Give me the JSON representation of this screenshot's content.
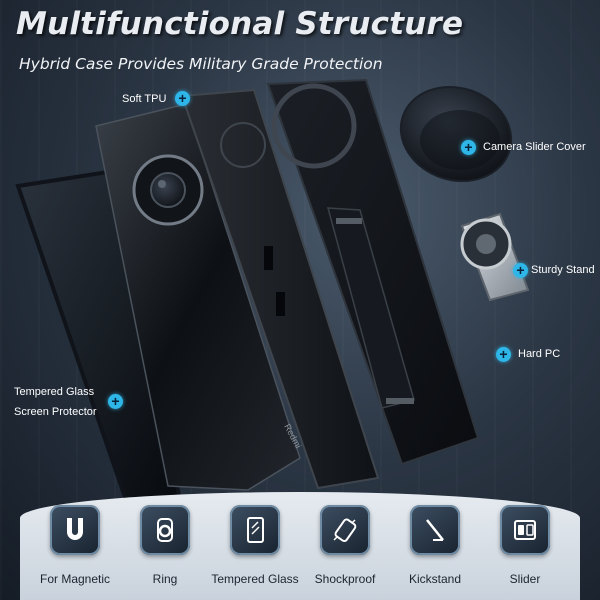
{
  "header": {
    "title": "Multifunctional Structure",
    "subtitle": "Hybrid Case Provides Military Grade Protection"
  },
  "phone": {
    "brand_text": "Redmi"
  },
  "callouts": [
    {
      "id": "soft-tpu",
      "lines": [
        "Soft TPU"
      ]
    },
    {
      "id": "camera-slider-cover",
      "lines": [
        "Camera Slider Cover"
      ]
    },
    {
      "id": "sturdy-stand",
      "lines": [
        "Sturdy Stand"
      ]
    },
    {
      "id": "hard-pc",
      "lines": [
        "Hard PC"
      ]
    },
    {
      "id": "tempered-glass",
      "lines": [
        "Tempered Glass",
        "Screen Protector"
      ]
    }
  ],
  "features": [
    {
      "label": "For Magnetic",
      "icon": "magnet-icon"
    },
    {
      "label": "Ring",
      "icon": "ring-icon"
    },
    {
      "label": "Tempered Glass",
      "icon": "tempered-glass-icon"
    },
    {
      "label": "Shockproof",
      "icon": "shockproof-icon"
    },
    {
      "label": "Kickstand",
      "icon": "kickstand-icon"
    },
    {
      "label": "Slider",
      "icon": "slider-icon"
    }
  ],
  "colors": {
    "accent": "#2fb6e8",
    "background_dark": "#151c26",
    "platform": "#dfe5eb",
    "label_text": "#1b2430"
  }
}
